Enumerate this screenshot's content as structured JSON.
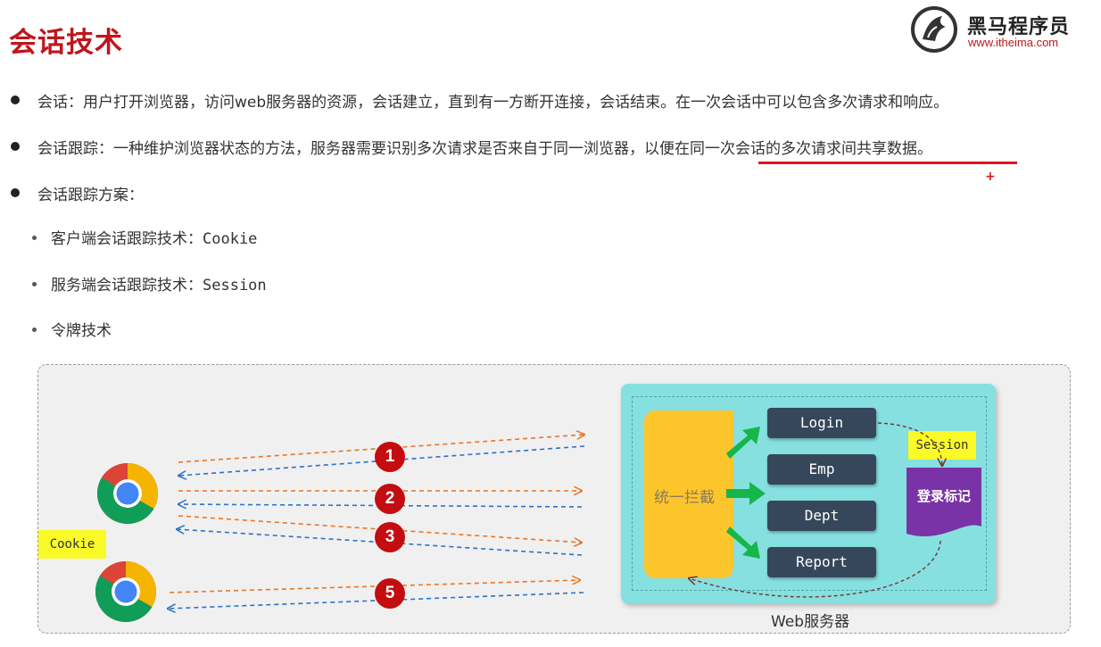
{
  "title": "会话技术",
  "logo": {
    "cn": "黑马程序员",
    "url": "www.itheima.com"
  },
  "bullets": [
    {
      "text": "会话：用户打开浏览器，访问web服务器的资源，会话建立，直到有一方断开连接，会话结束。在一次会话中可以包含多次请求和响应。"
    },
    {
      "text_before": "会话跟踪：一种维护浏览器状态的方法，服务器需要识别多次请求是否来自于同一浏览器，以便在",
      "text_highlight": "同一次会话的多次请求间共享数据。"
    },
    {
      "text": "会话跟踪方案："
    }
  ],
  "sub_bullets": [
    {
      "label": "客户端会话跟踪技术：",
      "mono": "Cookie"
    },
    {
      "label": "服务端会话跟踪技术：",
      "mono": "Session"
    },
    {
      "label": "令牌技术",
      "mono": ""
    }
  ],
  "annotation": {
    "plus": "+",
    "underline_color": "#e0141e"
  },
  "diagram": {
    "cookie_label": "Cookie",
    "intercept_label": "统一拦截",
    "servlets": [
      "Login",
      "Emp",
      "Dept",
      "Report"
    ],
    "session_label": "Session",
    "login_flag_label": "登录标记",
    "web_server_label": "Web服务器",
    "request_numbers": [
      "1",
      "2",
      "3",
      "5"
    ],
    "colors": {
      "request_arrow": "#e6772a",
      "response_arrow": "#2d73c6",
      "server_bg": "#86e0e0",
      "intercept_bg": "#fdc52c",
      "servlet_bg": "#36475b",
      "flag_bg": "#7a33a6",
      "number_badge": "#c30d10",
      "green_arrow": "#16b64a"
    },
    "icons": [
      "chrome-browser-icon",
      "chrome-browser-icon"
    ]
  }
}
